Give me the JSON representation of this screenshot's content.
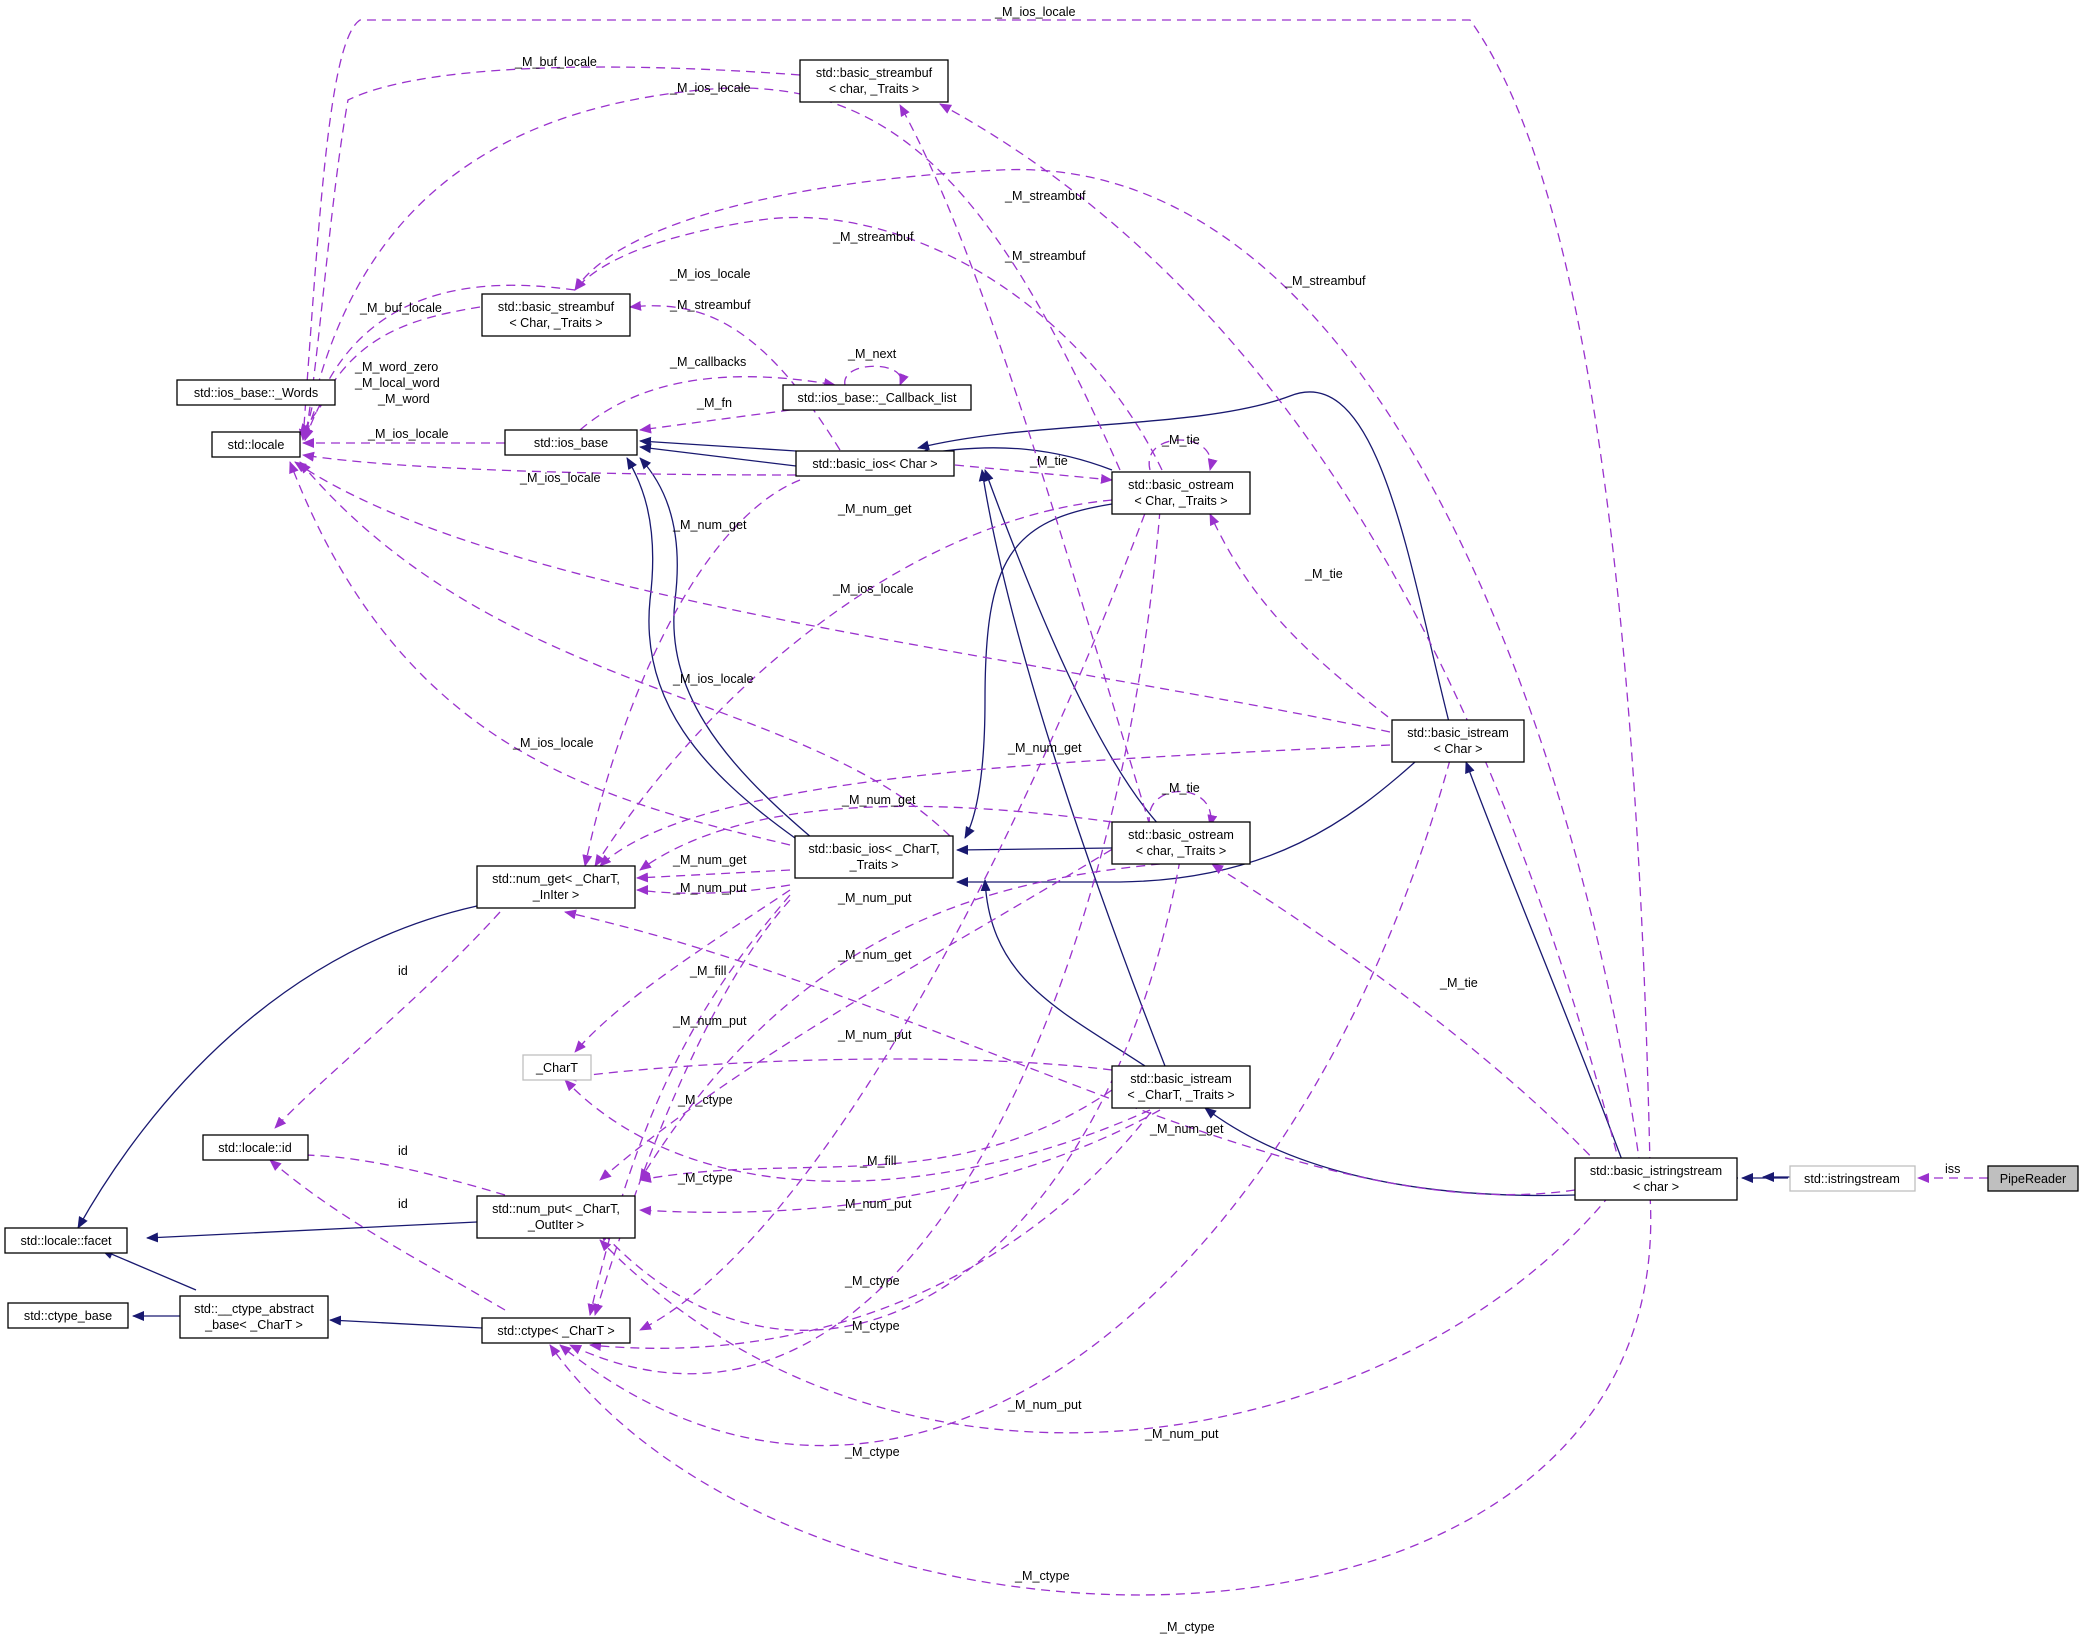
{
  "colors": {
    "inheritance_edge": "#191970",
    "usage_edge": "#9a32cd",
    "node_border": "#000000",
    "undocumented_node_border": "#bfbfbf",
    "focus_node_fill": "#bfbfbf",
    "background": "#ffffff"
  },
  "nodes": {
    "pipereader": [
      "PipeReader"
    ],
    "istringstream": [
      "std::istringstream"
    ],
    "basic_istringstream": [
      "std::basic_istringstream",
      "< char >"
    ],
    "basic_istream_char": [
      "std::basic_istream",
      "< Char >"
    ],
    "basic_istream_chart": [
      "std::basic_istream",
      "< _CharT, _Traits >"
    ],
    "basic_ostream_char": [
      "std::basic_ostream",
      "< Char, _Traits >"
    ],
    "basic_ostream_lchar": [
      "std::basic_ostream",
      "< char, _Traits >"
    ],
    "basic_ios_char": [
      "std::basic_ios< Char >"
    ],
    "basic_ios_chart": [
      "std::basic_ios< _CharT,",
      "_Traits >"
    ],
    "ios_base": [
      "std::ios_base"
    ],
    "callback_list": [
      "std::ios_base::_Callback_list"
    ],
    "words": [
      "std::ios_base::_Words"
    ],
    "locale": [
      "std::locale"
    ],
    "streambuf_char": [
      "std::basic_streambuf",
      "< Char, _Traits >"
    ],
    "streambuf_lchar": [
      "std::basic_streambuf",
      "< char, _Traits >"
    ],
    "num_get": [
      "std::num_get< _CharT,",
      "_InIter >"
    ],
    "num_put": [
      "std::num_put< _CharT,",
      "_OutIter >"
    ],
    "ctype": [
      "std::ctype< _CharT >"
    ],
    "chart": [
      "_CharT"
    ],
    "locale_id": [
      "std::locale::id"
    ],
    "locale_facet": [
      "std::locale::facet"
    ],
    "ctype_abstract": [
      "std::__ctype_abstract",
      "_base< _CharT >"
    ],
    "ctype_base": [
      "std::ctype_base"
    ]
  },
  "edge_labels": {
    "iss": "iss",
    "ios_locale_top": "_M_ios_locale",
    "buf_locale_1": "_M_buf_locale",
    "ios_locale_2": "_M_ios_locale",
    "streambuf_1": "_M_streambuf",
    "streambuf_2": "_M_streambuf",
    "streambuf_3": "_M_streambuf",
    "streambuf_4": "_M_streambuf",
    "ios_locale_3": "_M_ios_locale",
    "streambuf_5": "_M_streambuf",
    "buf_locale_2": "_M_buf_locale",
    "callbacks": "_M_callbacks",
    "next": "_M_next",
    "word_zero": "_M_word_zero",
    "local_word": "_M_local_word",
    "word": "_M_word",
    "fn": "_M_fn",
    "ios_locale_4": "_M_ios_locale",
    "tie_1": "_M_tie",
    "tie_2": "_M_tie",
    "ios_locale_5": "_M_ios_locale",
    "num_get_1": "_M_num_get",
    "num_get_2": "_M_num_get",
    "tie_3": "_M_tie",
    "ios_locale_6": "_M_ios_locale",
    "ios_locale_7": "_M_ios_locale",
    "ios_locale_8": "_M_ios_locale",
    "num_get_3": "_M_num_get",
    "tie_4": "_M_tie",
    "num_get_4": "_M_num_get",
    "num_get_5": "_M_num_get",
    "num_put_1": "_M_num_put",
    "num_put_2": "_M_num_put",
    "id_1": "id",
    "tie_5": "_M_tie",
    "num_get_6": "_M_num_get",
    "fill_1": "_M_fill",
    "num_put_3": "_M_num_put",
    "num_put_4": "_M_num_put",
    "ctype_1": "_M_ctype",
    "num_get_7": "_M_num_get",
    "id_2": "id",
    "fill_2": "_M_fill",
    "ctype_2": "_M_ctype",
    "num_put_5": "_M_num_put",
    "id_3": "id",
    "ctype_3": "_M_ctype",
    "ctype_4": "_M_ctype",
    "num_put_6": "_M_num_put",
    "num_put_7": "_M_num_put",
    "ctype_5": "_M_ctype",
    "ctype_6": "_M_ctype",
    "ctype_7": "_M_ctype"
  }
}
